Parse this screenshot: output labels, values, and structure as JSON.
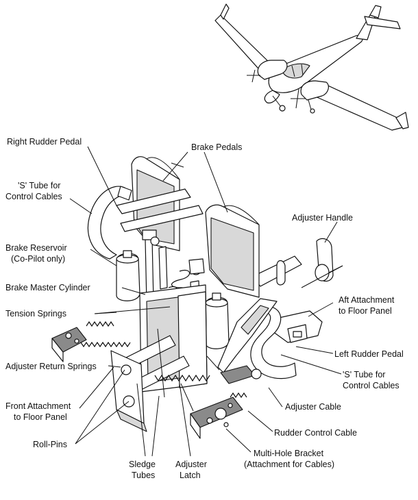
{
  "labels": {
    "right_rudder_pedal": "Right Rudder Pedal",
    "brake_pedals": "Brake Pedals",
    "s_tube_left": [
      "'S' Tube for",
      "Control Cables"
    ],
    "adjuster_handle": "Adjuster Handle",
    "brake_reservoir": [
      "Brake Reservoir",
      "(Co-Pilot only)"
    ],
    "brake_master_cylinder": "Brake Master Cylinder",
    "aft_attachment": [
      "Aft Attachment",
      "to Floor Panel"
    ],
    "tension_springs": "Tension Springs",
    "left_rudder_pedal": "Left Rudder Pedal",
    "adjuster_return_springs": "Adjuster Return Springs",
    "s_tube_right": [
      "'S' Tube for",
      "Control Cables"
    ],
    "front_attachment": [
      "Front Attachment",
      "to Floor Panel"
    ],
    "adjuster_cable": "Adjuster Cable",
    "rudder_control_cable": "Rudder Control Cable",
    "roll_pins": "Roll-Pins",
    "multi_hole_bracket": [
      "Multi-Hole Bracket",
      "(Attachment for Cables)"
    ],
    "sledge_tubes": [
      "Sledge",
      "Tubes"
    ],
    "adjuster_latch": [
      "Adjuster",
      "Latch"
    ]
  },
  "icons": {
    "aircraft": "twin-engine-aircraft-icon",
    "assembly": "rudder-pedal-assembly-drawing"
  },
  "colors": {
    "line": "#111111",
    "background": "#ffffff",
    "shade_light": "#d8d8d8",
    "shade_dark": "#8a8a8a"
  }
}
